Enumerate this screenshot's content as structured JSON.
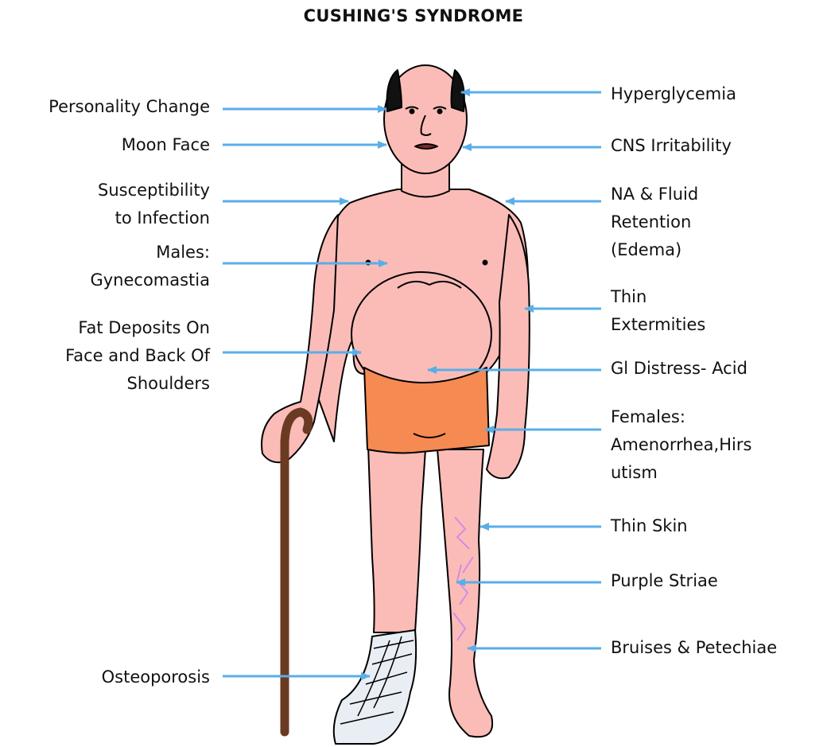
{
  "title": "CUSHING'S SYNDROME",
  "labels_left": [
    {
      "lines": [
        "Personality Change"
      ]
    },
    {
      "lines": [
        "Moon Face"
      ]
    },
    {
      "lines": [
        "Susceptibility",
        "to Infection"
      ]
    },
    {
      "lines": [
        "Males:",
        "Gynecomastia"
      ]
    },
    {
      "lines": [
        "Fat Deposits On",
        "Face and Back Of",
        "Shoulders"
      ]
    },
    {
      "lines": [
        "Osteoporosis"
      ]
    }
  ],
  "labels_right": [
    {
      "lines": [
        "Hyperglycemia"
      ]
    },
    {
      "lines": [
        "CNS Irritability"
      ]
    },
    {
      "lines": [
        "NA & Fluid",
        "Retention",
        "(Edema)"
      ]
    },
    {
      "lines": [
        "Thin",
        "Extermities"
      ]
    },
    {
      "lines": [
        "Gl Distress- Acid"
      ]
    },
    {
      "lines": [
        "Females:",
        "Amenorrhea,Hirs",
        "utism"
      ]
    },
    {
      "lines": [
        "Thin Skin"
      ]
    },
    {
      "lines": [
        "Purple Striae"
      ]
    },
    {
      "lines": [
        "Bruises & Petechiae"
      ]
    }
  ],
  "colors": {
    "arrow": "#5aaee8",
    "skin": "#fbbcb8",
    "shorts": "#f58a52",
    "cane": "#6b3a22",
    "cast": "#e8eef4",
    "striae": "#d48be6",
    "outline": "#000000"
  }
}
